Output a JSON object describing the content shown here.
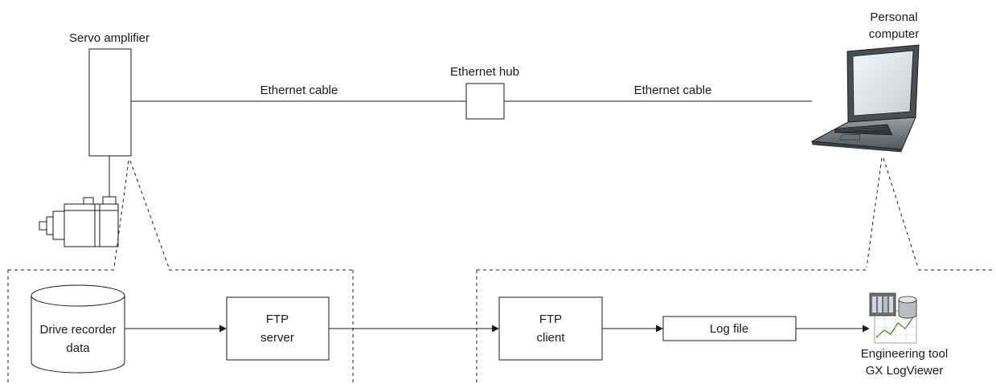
{
  "devices": {
    "servo_amplifier": "Servo amplifier",
    "ethernet_hub": "Ethernet hub",
    "pc_line1": "Personal",
    "pc_line2": "computer"
  },
  "cables": {
    "left": "Ethernet cable",
    "right": "Ethernet cable"
  },
  "blocks": {
    "drive_recorder_line1": "Drive recorder",
    "drive_recorder_line2": "data",
    "ftp_server_line1": "FTP",
    "ftp_server_line2": "server",
    "ftp_client_line1": "FTP",
    "ftp_client_line2": "client",
    "log_file": "Log file",
    "tool_line1": "Engineering tool",
    "tool_line2": "GX LogViewer"
  },
  "icon_names": {
    "servo_motor": "servo-motor-icon",
    "laptop": "laptop-icon",
    "software": "gx-logviewer-icon"
  }
}
